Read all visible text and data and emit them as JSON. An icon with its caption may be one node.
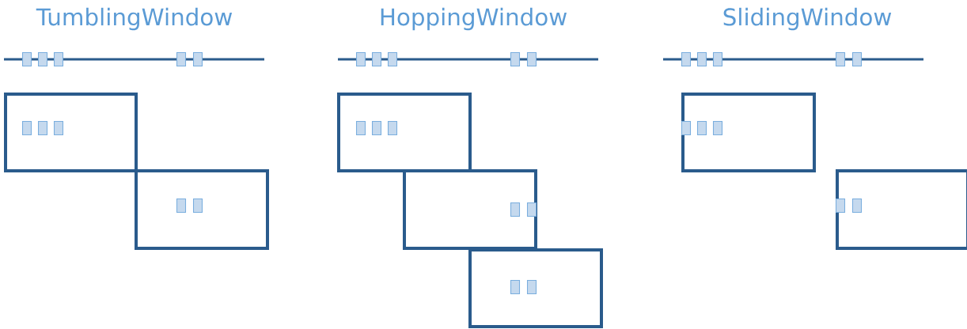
{
  "diagram": {
    "nodes": [
      {
        "text": [],
        "shape": "box"
      },
      {
        "text": [],
        "shape": "box"
      },
      {
        "text": [],
        "shape": "box"
      },
      {
        "text": [],
        "shape": "box"
      },
      {
        "text": [],
        "shape": "box"
      },
      {
        "text": [],
        "shape": "box"
      },
      {
        "text": [],
        "shape": "box"
      }
    ],
    "labels": [
      "TumblingWindow",
      "HoppingWindow",
      "SlidingWindow"
    ]
  }
}
